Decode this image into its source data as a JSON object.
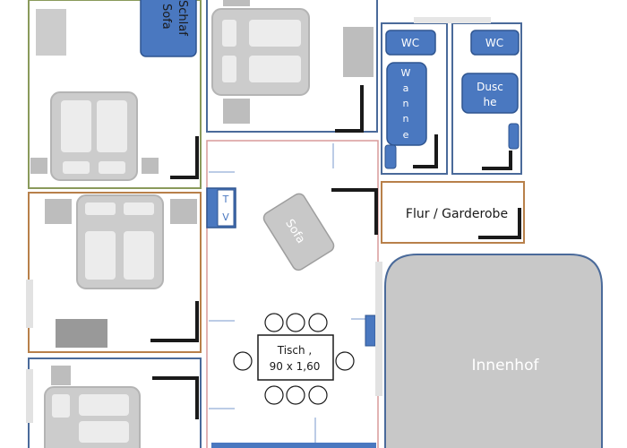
{
  "rooms": {
    "schlaf_sofa_line1": "Schlaf",
    "schlaf_sofa_line2": "Sofa",
    "wc_1": "WC",
    "wc_2": "WC",
    "wanne": [
      "W",
      "a",
      "n",
      "n",
      "e"
    ],
    "dusche_line1": "Dusc",
    "dusche_line2": "he",
    "tv": [
      "T",
      "V"
    ],
    "sofa": "Sofa",
    "flur": "Flur / Garderobe",
    "tisch_line1": "Tisch ,",
    "tisch_line2": "90 x 1,60",
    "innenhof": "Innenhof"
  },
  "colors": {
    "wall_green": "#8a9a5b",
    "wall_blue": "#4a6a9a",
    "wall_orange": "#b8804a",
    "wall_red": "#d89a9a",
    "furniture_gray": "#cccccc",
    "fixture_blue": "#4a78c0",
    "courtyard_gray": "#c8c8c8",
    "door_black": "#1a1a1a"
  }
}
